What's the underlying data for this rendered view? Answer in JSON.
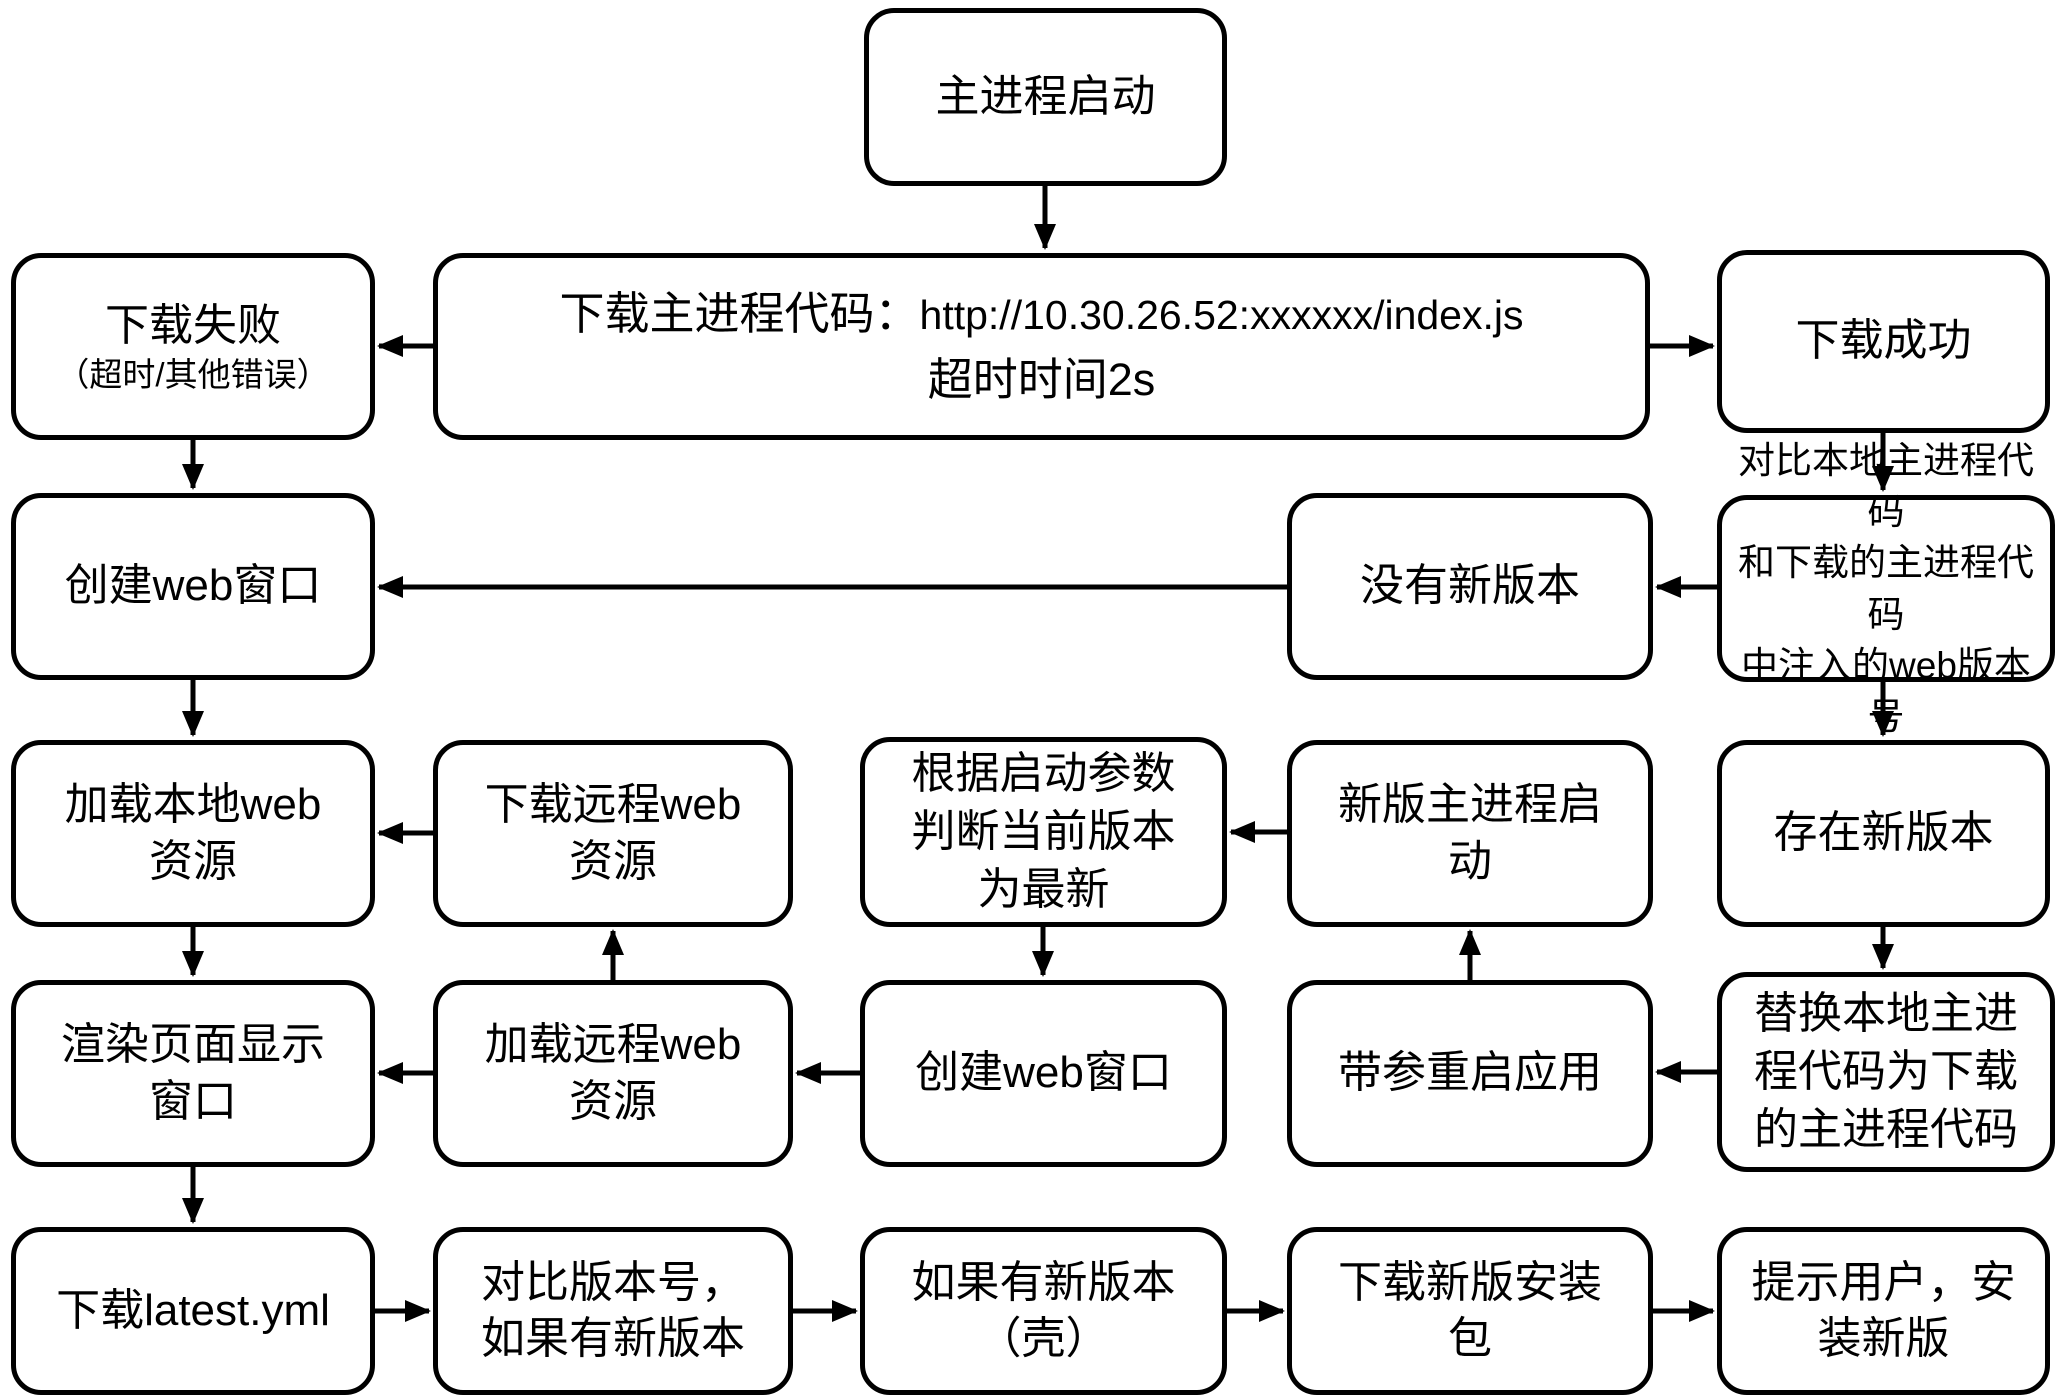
{
  "diagram": {
    "colors": {
      "stroke": "#000000",
      "background": "#ffffff",
      "node_fill": "#ffffff"
    },
    "nodes": {
      "main-process-start": {
        "label": "主进程启动"
      },
      "download-fail": {
        "label": "下载失败",
        "sublabel": "（超时/其他错误）"
      },
      "download-main-code": {
        "label": "下载主进程代码：",
        "url": "http://10.30.26.52:xxxxxx/index.js",
        "line2": "超时时间2s"
      },
      "download-success": {
        "label": "下载成功"
      },
      "create-web-window": {
        "label": "创建web窗口"
      },
      "no-new-version": {
        "label": "没有新版本"
      },
      "compare-web-version": {
        "label": "对比本地主进程代码\n和下载的主进程代码\n中注入的web版本号"
      },
      "load-local-web": {
        "label": "加载本地web\n资源"
      },
      "download-remote-web": {
        "label": "下载远程web\n资源"
      },
      "judge-current-latest": {
        "label": "根据启动参数\n判断当前版本\n为最新"
      },
      "new-main-process-start": {
        "label": "新版主进程启\n动"
      },
      "exist-new-version": {
        "label": "存在新版本"
      },
      "render-page-window": {
        "label": "渲染页面显示\n窗口"
      },
      "load-remote-web": {
        "label": "加载远程web\n资源"
      },
      "create-web-window-2": {
        "label": "创建web窗口"
      },
      "restart-with-args": {
        "label": "带参重启应用"
      },
      "replace-local-main-code": {
        "label": "替换本地主进\n程代码为下载\n的主进程代码"
      },
      "download-latest-yml": {
        "label": "下载latest.yml"
      },
      "compare-version-number": {
        "label": "对比版本号，\n如果有新版本"
      },
      "new-version-shell": {
        "label": "如果有新版本\n（壳）"
      },
      "download-new-package": {
        "label": "下载新版安装\n包"
      },
      "prompt-user-install": {
        "label": "提示用户，安\n装新版"
      }
    },
    "edges": [
      {
        "from": "main-process-start",
        "to": "download-main-code"
      },
      {
        "from": "download-main-code",
        "to": "download-fail"
      },
      {
        "from": "download-main-code",
        "to": "download-success"
      },
      {
        "from": "download-fail",
        "to": "create-web-window"
      },
      {
        "from": "download-success",
        "to": "compare-web-version"
      },
      {
        "from": "compare-web-version",
        "to": "no-new-version"
      },
      {
        "from": "no-new-version",
        "to": "create-web-window"
      },
      {
        "from": "create-web-window",
        "to": "load-local-web"
      },
      {
        "from": "download-remote-web",
        "to": "load-local-web"
      },
      {
        "from": "load-local-web",
        "to": "render-page-window"
      },
      {
        "from": "load-remote-web",
        "to": "render-page-window"
      },
      {
        "from": "load-remote-web",
        "to": "download-remote-web"
      },
      {
        "from": "create-web-window-2",
        "to": "load-remote-web"
      },
      {
        "from": "judge-current-latest",
        "to": "create-web-window-2"
      },
      {
        "from": "new-main-process-start",
        "to": "judge-current-latest"
      },
      {
        "from": "restart-with-args",
        "to": "new-main-process-start"
      },
      {
        "from": "compare-web-version",
        "to": "exist-new-version"
      },
      {
        "from": "exist-new-version",
        "to": "replace-local-main-code"
      },
      {
        "from": "replace-local-main-code",
        "to": "restart-with-args"
      },
      {
        "from": "render-page-window",
        "to": "download-latest-yml"
      },
      {
        "from": "download-latest-yml",
        "to": "compare-version-number"
      },
      {
        "from": "compare-version-number",
        "to": "new-version-shell"
      },
      {
        "from": "new-version-shell",
        "to": "download-new-package"
      },
      {
        "from": "download-new-package",
        "to": "prompt-user-install"
      }
    ]
  }
}
